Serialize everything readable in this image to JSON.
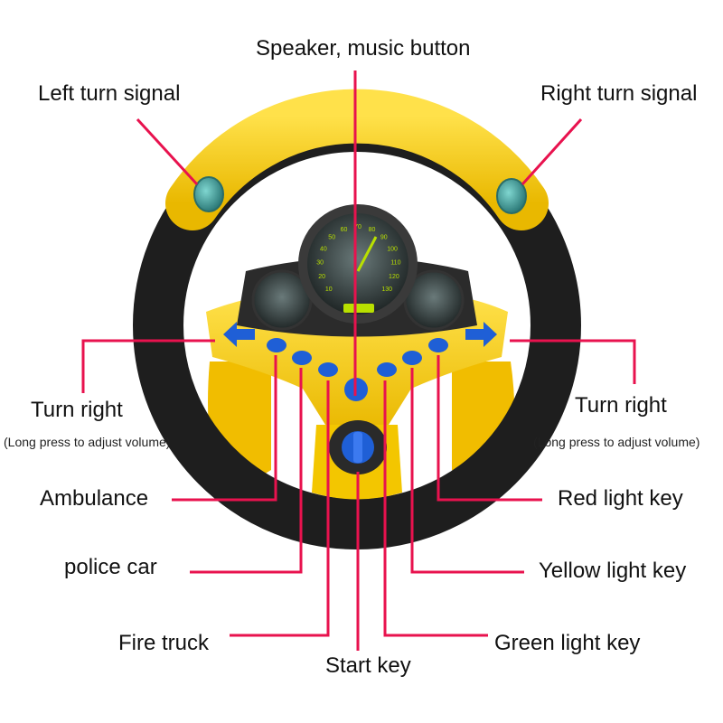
{
  "colors": {
    "leader": "#e8124e",
    "wheel_yellow": "#f7d11a",
    "wheel_black": "#1e1e1e",
    "button_blue": "#1f5fd6",
    "gauge_green": "#b9e000"
  },
  "labels": {
    "speaker": "Speaker, music button",
    "left_turn": "Left turn signal",
    "right_turn": "Right turn signal",
    "turn_right_left": "Turn right",
    "turn_right_left_note": "(Long press to adjust volume)",
    "turn_right_right": "Turn right",
    "turn_right_right_note": "(Long press to adjust volume)",
    "ambulance": "Ambulance",
    "police": "police car",
    "fire": "Fire truck",
    "start": "Start key",
    "red_light": "Red light key",
    "yellow_light": "Yellow light key",
    "green_light": "Green light key"
  },
  "speedometer": {
    "ticks": [
      "10",
      "20",
      "30",
      "40",
      "50",
      "60",
      "70",
      "80",
      "90",
      "100",
      "110",
      "120",
      "130"
    ]
  }
}
